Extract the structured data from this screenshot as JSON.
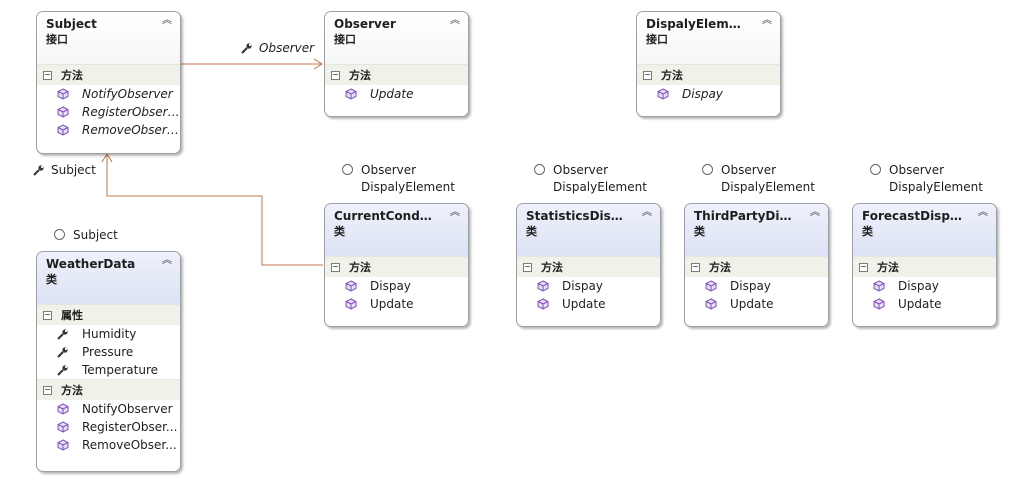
{
  "icons": {
    "method": "method-cube-icon",
    "property": "property-wrench-icon",
    "interface": "interface-lollipop-icon"
  },
  "colors": {
    "relation_line": "#c0764a",
    "class_header": "#dde3f5",
    "section_bg": "#eef2e9",
    "border": "#9aa0a6"
  },
  "relations": {
    "subject_to_observer_label": "Observer",
    "weatherdata_to_subject_label": "Subject"
  },
  "boxes": {
    "subject": {
      "title": "Subject",
      "stereotype": "接口",
      "sections": [
        {
          "label": "方法",
          "members": [
            "NotifyObserver",
            "RegisterObserver",
            "RemoveObserver"
          ]
        }
      ]
    },
    "observer": {
      "title": "Observer",
      "stereotype": "接口",
      "sections": [
        {
          "label": "方法",
          "members": [
            "Update"
          ]
        }
      ]
    },
    "dispaly_element": {
      "title": "DispalyElement",
      "stereotype": "接口",
      "sections": [
        {
          "label": "方法",
          "members": [
            "Dispay"
          ]
        }
      ]
    },
    "current_conditions": {
      "title": "CurrentConditi...",
      "stereotype": "类",
      "implements": [
        "Observer",
        "DispalyElement"
      ],
      "sections": [
        {
          "label": "方法",
          "members": [
            "Dispay",
            "Update"
          ]
        }
      ]
    },
    "statistics_dispaly": {
      "title": "StatisticsDispaly",
      "stereotype": "类",
      "implements": [
        "Observer",
        "DispalyElement"
      ],
      "sections": [
        {
          "label": "方法",
          "members": [
            "Dispay",
            "Update"
          ]
        }
      ]
    },
    "third_party_dispaly": {
      "title": "ThirdPartyDisp...",
      "stereotype": "类",
      "implements": [
        "Observer",
        "DispalyElement"
      ],
      "sections": [
        {
          "label": "方法",
          "members": [
            "Dispay",
            "Update"
          ]
        }
      ]
    },
    "forecast_dispaly": {
      "title": "ForecastDispaly",
      "stereotype": "类",
      "implements": [
        "Observer",
        "DispalyElement"
      ],
      "sections": [
        {
          "label": "方法",
          "members": [
            "Dispay",
            "Update"
          ]
        }
      ]
    },
    "weather_data": {
      "title": "WeatherData",
      "stereotype": "类",
      "implements": [
        "Subject"
      ],
      "sections": [
        {
          "label": "属性",
          "members": [
            "Humidity",
            "Pressure",
            "Temperature"
          ]
        },
        {
          "label": "方法",
          "members": [
            "NotifyObserver",
            "RegisterObser...",
            "RemoveObser..."
          ]
        }
      ]
    }
  }
}
